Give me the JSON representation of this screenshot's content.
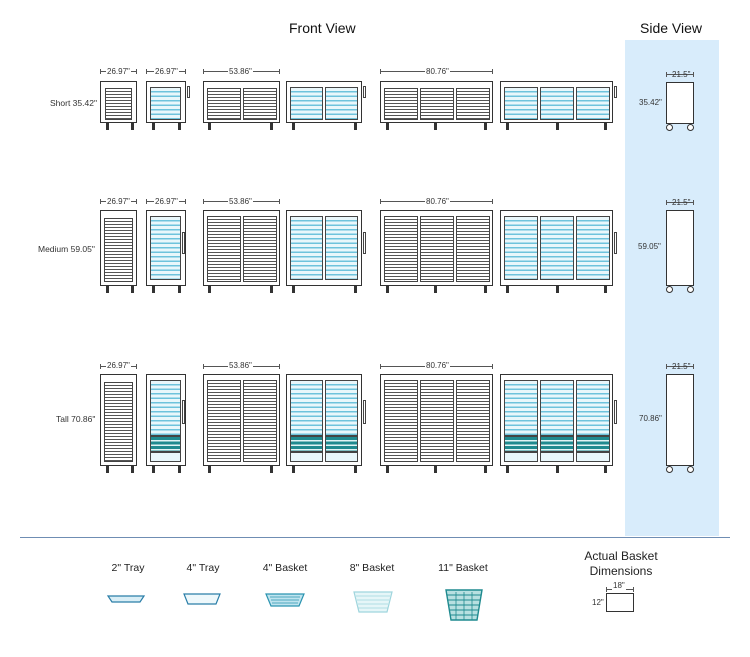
{
  "titles": {
    "front": "Front View",
    "side": "Side View"
  },
  "rows": [
    {
      "name": "Short",
      "height": "35.42\"",
      "label": "Short  35.42\""
    },
    {
      "name": "Medium",
      "height": "59.05\"",
      "label": "Medium  59.05\""
    },
    {
      "name": "Tall",
      "height": "70.86\"",
      "label": "Tall  70.86\""
    }
  ],
  "widths": {
    "single": "26.97\"",
    "double": "53.86\"",
    "triple": "80.76\""
  },
  "side": {
    "depth": "21.5\"",
    "heights": [
      "35.42\"",
      "59.05\"",
      "70.86\""
    ]
  },
  "legend": {
    "items": [
      "2\" Tray",
      "4\" Tray",
      "4\" Basket",
      "8\" Basket",
      "11\" Basket"
    ],
    "actual_title": "Actual Basket Dimensions",
    "actual_w": "18\"",
    "actual_h": "12\""
  },
  "colors": {
    "side_panel": "#d8ecfb",
    "basket_light": "#6ec3dc",
    "basket_dark": "#1f8a8f",
    "divider": "#6f8db3"
  }
}
